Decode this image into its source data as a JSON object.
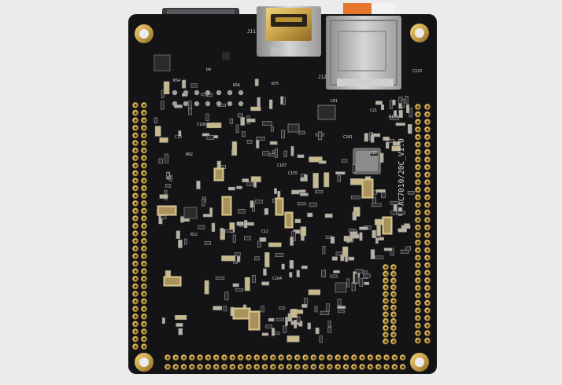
{
  "photo": {
    "subject": "FPGA core board, bottom side",
    "colors": {
      "background": "#ebebeb",
      "pcb": "#141416",
      "gold": "#c9a24a",
      "silkscreen": "#d8d8d8"
    }
  },
  "board": {
    "model_label": "AC7010/20C_V1.0",
    "connector_labels": {
      "usb": "J11",
      "sd_card": "J12"
    },
    "component_labels": [
      "R75",
      "C61",
      "C106",
      "C107",
      "L11",
      "C13",
      "R62",
      "R106",
      "C155",
      "C201",
      "C9",
      "C164",
      "U1",
      "C21",
      "C223",
      "D4",
      "R54",
      "R56",
      "C12",
      "R12"
    ]
  }
}
